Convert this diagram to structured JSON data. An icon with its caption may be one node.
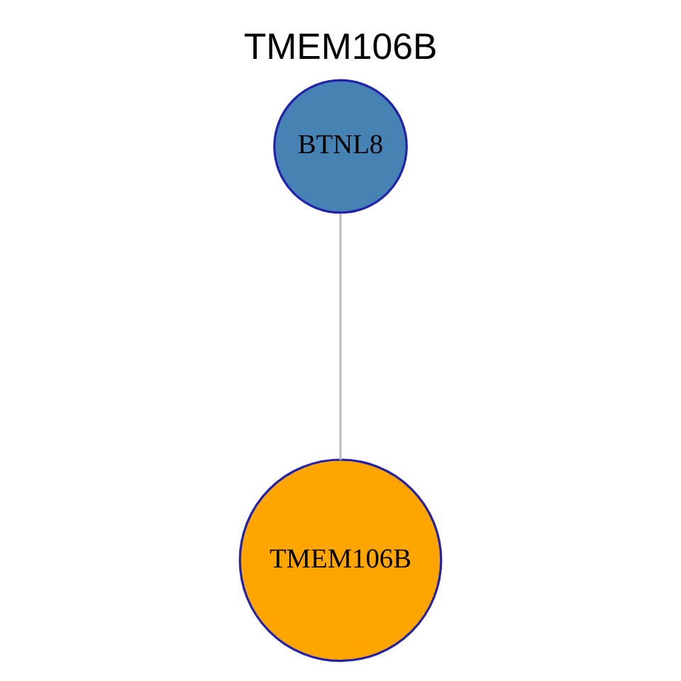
{
  "diagram": {
    "title": "TMEM106B",
    "nodes": [
      {
        "text": [
          "BTNL8"
        ]
      },
      {
        "text": [
          "TMEM106B"
        ]
      }
    ],
    "edges": [
      {
        "from": 0,
        "to": 1,
        "arrow": "none"
      }
    ]
  }
}
